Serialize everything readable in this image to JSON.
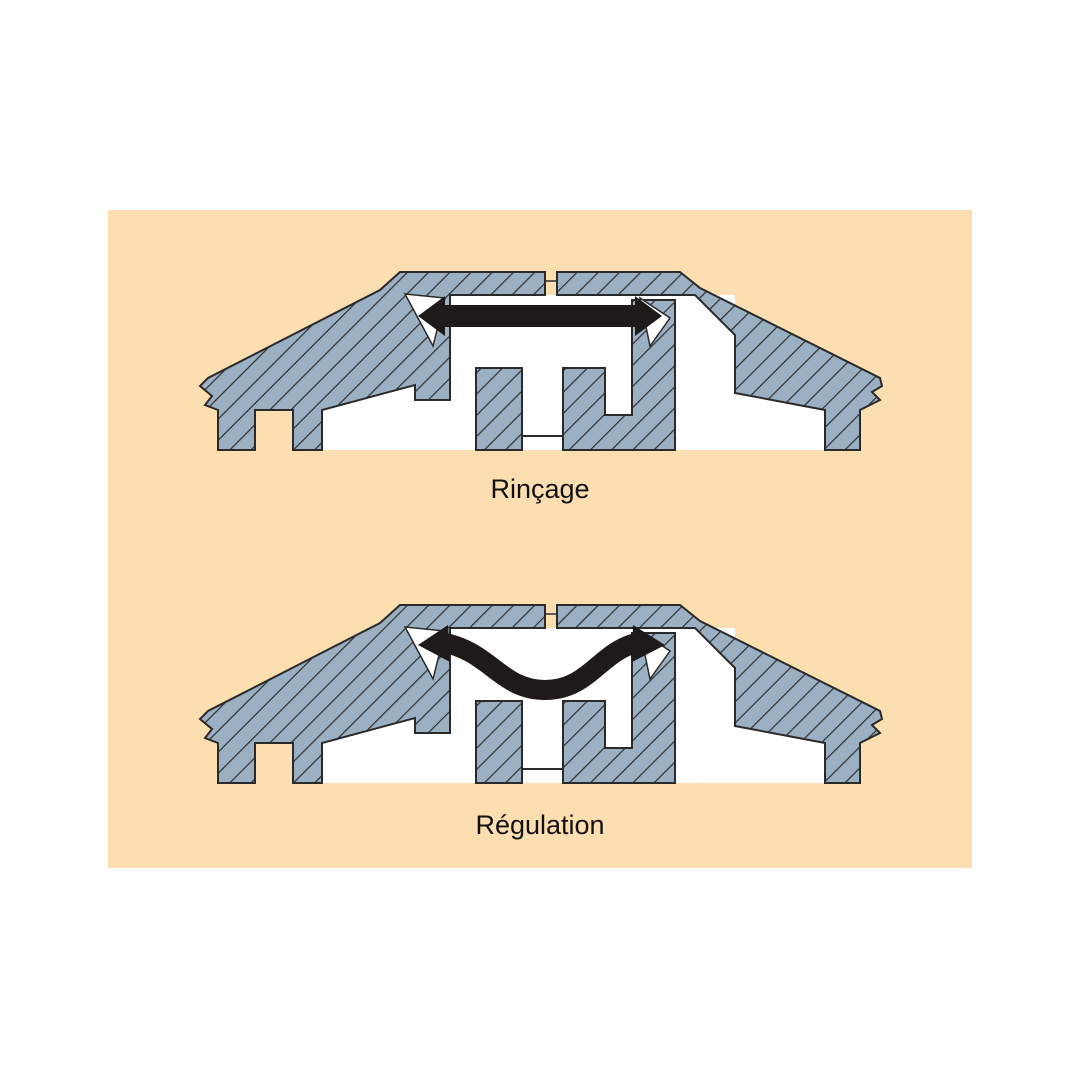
{
  "diagrams": [
    {
      "label": "Rinçage",
      "arrow": "straight"
    },
    {
      "label": "Régulation",
      "arrow": "curved"
    }
  ],
  "colors": {
    "background": "#fddeb1",
    "section_fill": "#9bb0c2",
    "hatch": "#2e2e2e",
    "arrow": "#1e1a1a"
  }
}
